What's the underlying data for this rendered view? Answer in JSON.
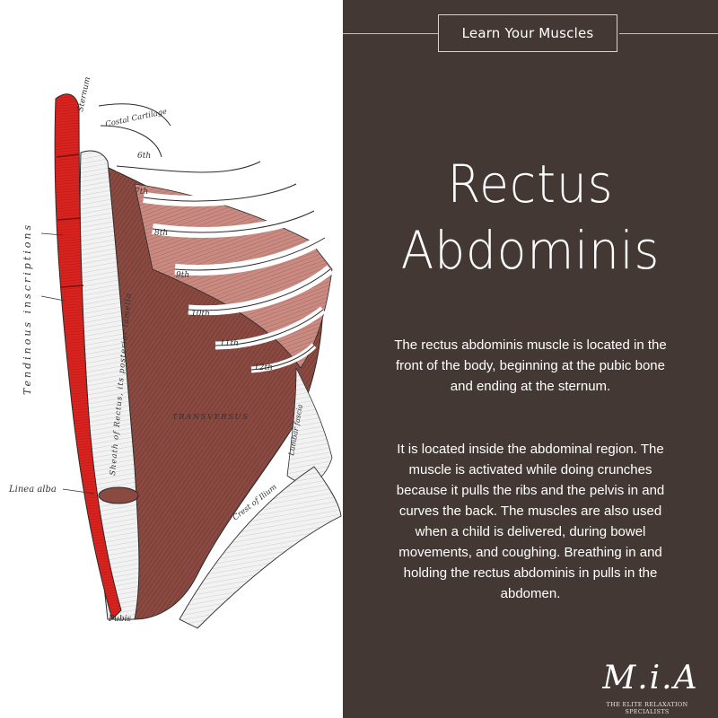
{
  "header": {
    "label": "Learn Your Muscles"
  },
  "title": {
    "line1": "Rectus",
    "line2": "Abdominis"
  },
  "description": {
    "paragraph1": "The rectus abdominis muscle is located in the front of the body, beginning at the pubic bone and ending at the sternum.",
    "paragraph2": "It is located inside the abdominal region. The muscle is activated while doing crunches because it pulls the ribs and the pelvis in and curves the back. The muscles are also used when a child is delivered, during bowel movements, and coughing. Breathing in and holding the rectus abdominis in pulls in the abdomen."
  },
  "illustration": {
    "labels": {
      "sternum": "Sternum",
      "costal_cartilage": "Costal Cartilage",
      "rib_6": "6th",
      "rib_7": "7th",
      "rib_8": "8th",
      "rib_9": "9th",
      "rib_10": "10th",
      "rib_11": "11th",
      "rib_12": "12th",
      "tendinous_inscriptions": "Tendinous inscriptions",
      "sheath": "Sheath of Rectus, its posterior lamella",
      "transversus": "TRANSVERSUS",
      "linea_alba": "Linea alba",
      "pubis": "Pubis",
      "crest_of_ilium": "Crest of Ilium",
      "lumbar_fascia": "Lumbar fascia"
    },
    "colors": {
      "rectus": "#d8231f",
      "transversus": "#8a4a42",
      "rib_muscle": "#c98a82",
      "rib": "#ffffff",
      "outline": "#2b2b2b"
    }
  },
  "logo": {
    "mark": "M.i.A",
    "tagline": "THE ELITE RELAXATION SPECIALISTS"
  },
  "colors": {
    "panel_bg": "#433834",
    "panel_text": "#ffffff",
    "header_border": "#d9d2cd"
  }
}
